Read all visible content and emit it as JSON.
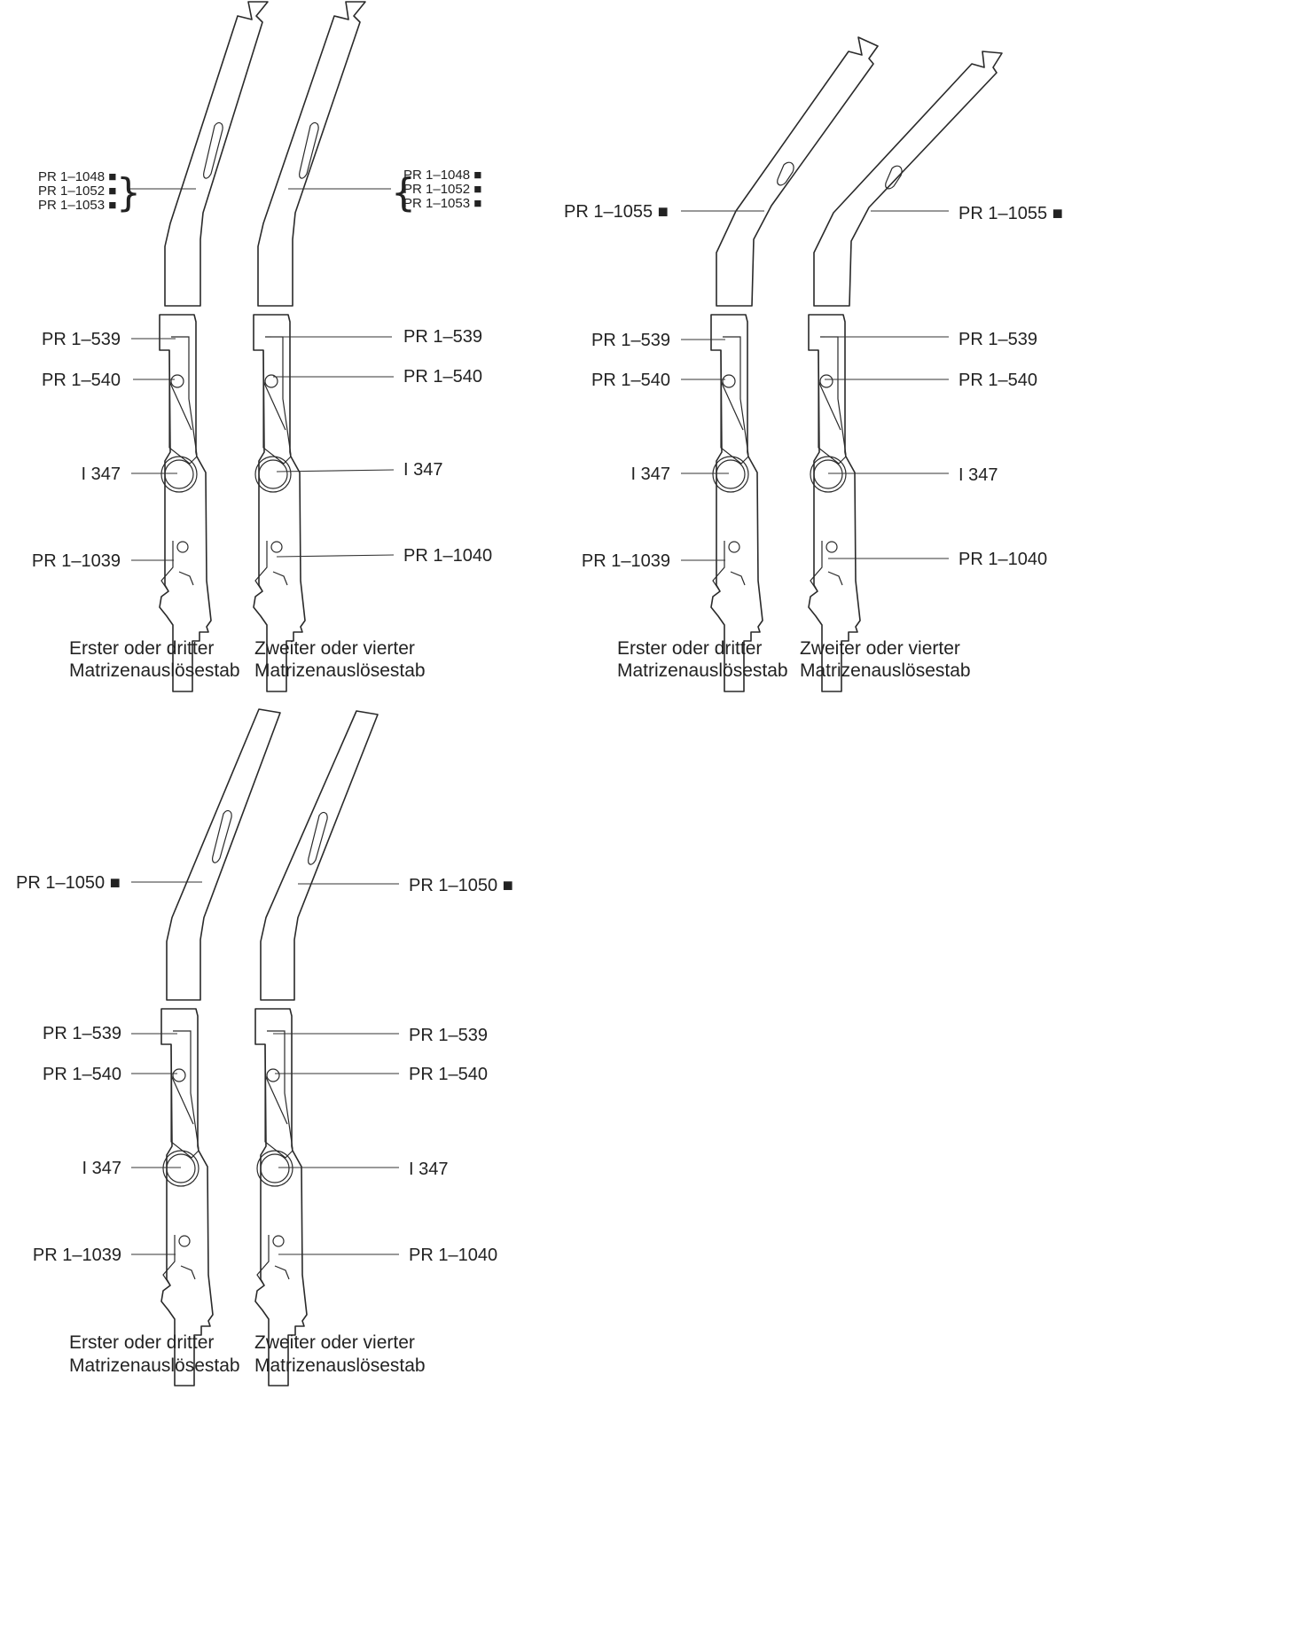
{
  "panels": [
    {
      "id": "top-left",
      "left_bar": {
        "caption": [
          "Erster oder dritter",
          "Matrizenauslösestab"
        ],
        "upper_labels": [
          "PR 1–1048 ■",
          "PR 1–1052 ■",
          "PR 1–1053 ■"
        ],
        "labels": [
          "PR 1–539",
          "PR 1–540",
          "I 347",
          "PR 1–1039"
        ]
      },
      "right_bar": {
        "caption": [
          "Zweiter oder vierter",
          "Matrizenauslösestab"
        ],
        "upper_labels": [
          "PR 1–1048 ■",
          "PR 1–1052 ■",
          "PR 1–1053 ■"
        ],
        "labels": [
          "PR 1–539",
          "PR 1–540",
          "I 347",
          "PR 1–1040"
        ]
      }
    },
    {
      "id": "top-right",
      "left_bar": {
        "caption": [
          "Erster oder dritter",
          "Matrizenauslösestab"
        ],
        "upper_labels": [
          "PR 1–1055 ■"
        ],
        "labels": [
          "PR 1–539",
          "PR 1–540",
          "I 347",
          "PR 1–1039"
        ]
      },
      "right_bar": {
        "caption": [
          "Zweiter oder vierter",
          "Matrizenauslösestab"
        ],
        "upper_labels": [
          "PR 1–1055 ■"
        ],
        "labels": [
          "PR 1–539",
          "PR 1–540",
          "I 347",
          "PR 1–1040"
        ]
      }
    },
    {
      "id": "bottom-left",
      "left_bar": {
        "caption": [
          "Erster oder dritter",
          "Matrizenauslösestab"
        ],
        "upper_labels": [
          "PR 1–1050 ■"
        ],
        "labels": [
          "PR 1–539",
          "PR 1–540",
          "I 347",
          "PR 1–1039"
        ]
      },
      "right_bar": {
        "caption": [
          "Zweiter oder vierter",
          "Matrizenauslösestab"
        ],
        "upper_labels": [
          "PR 1–1050 ■"
        ],
        "labels": [
          "PR 1–539",
          "PR 1–540",
          "I 347",
          "PR 1–1040"
        ]
      }
    }
  ]
}
